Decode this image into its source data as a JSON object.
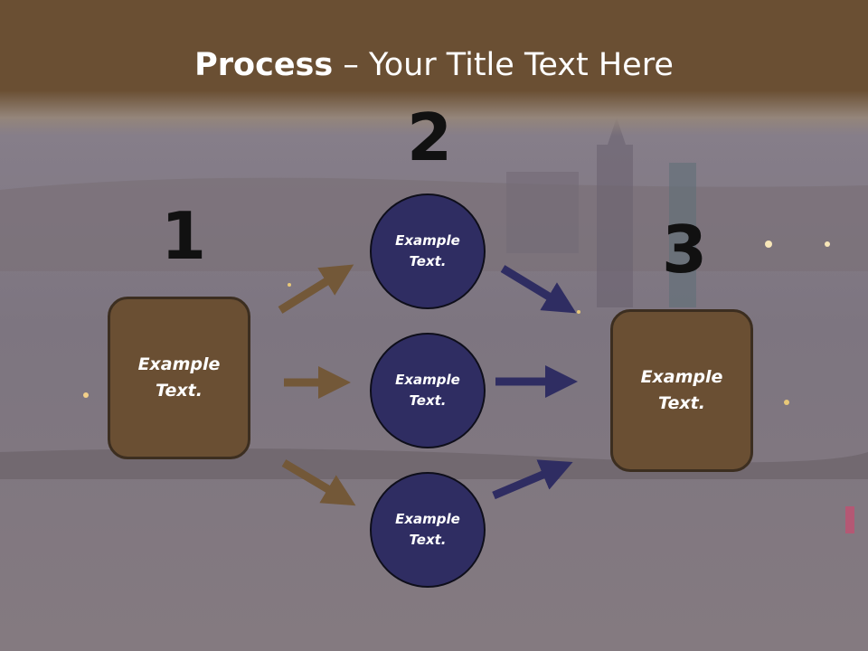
{
  "title": {
    "bold": "Process",
    "rest": " – Your Title Text Here"
  },
  "steps": {
    "one": "1",
    "two": "2",
    "three": "3"
  },
  "nodes": {
    "start": "Example Text.",
    "top": "Example Text.",
    "middle": "Example Text.",
    "bottom": "Example Text.",
    "end": "Example Text."
  },
  "colors": {
    "brown": "#6a4f33",
    "navy": "#2f2d62",
    "arrow_brown": "#735838",
    "arrow_navy": "#2f2d62"
  }
}
